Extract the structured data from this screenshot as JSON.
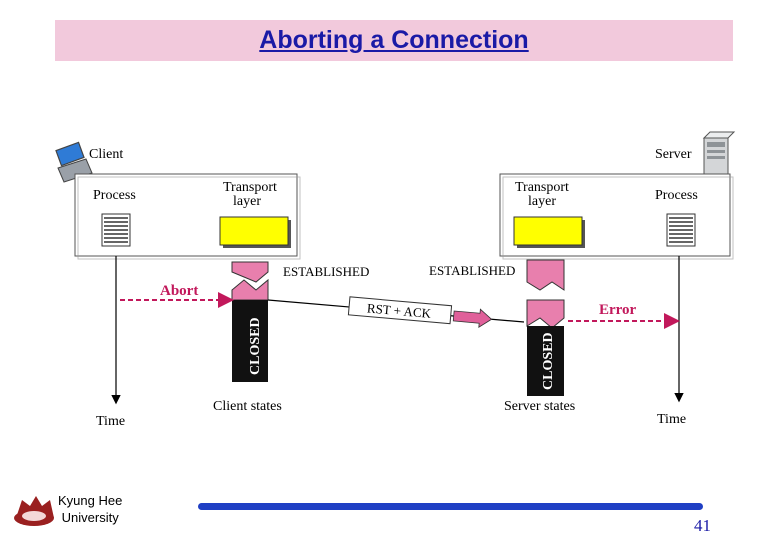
{
  "slide": {
    "title": "Aborting a Connection",
    "page_number": "41",
    "university": [
      "Kyung Hee",
      "University"
    ]
  },
  "diagram": {
    "client": {
      "label": "Client",
      "process": "Process",
      "transport": [
        "Transport",
        "layer"
      ],
      "state_established": "ESTABLISHED",
      "state_closed": "CLOSED",
      "event": "Abort",
      "states_caption": "Client states",
      "time": "Time"
    },
    "server": {
      "label": "Server",
      "process": "Process",
      "transport": [
        "Transport",
        "layer"
      ],
      "state_established": "ESTABLISHED",
      "state_closed": "CLOSED",
      "event": "Error",
      "states_caption": "Server states",
      "time": "Time"
    },
    "segment": "RST + ACK"
  },
  "colors": {
    "title_text": "#1a1aa6",
    "title_bg": "#f2c9dc",
    "state_pink": "#e87fad",
    "event_magenta": "#c2185b",
    "transport_yellow": "#ffff00",
    "footer_blue": "#1f3fc4"
  }
}
